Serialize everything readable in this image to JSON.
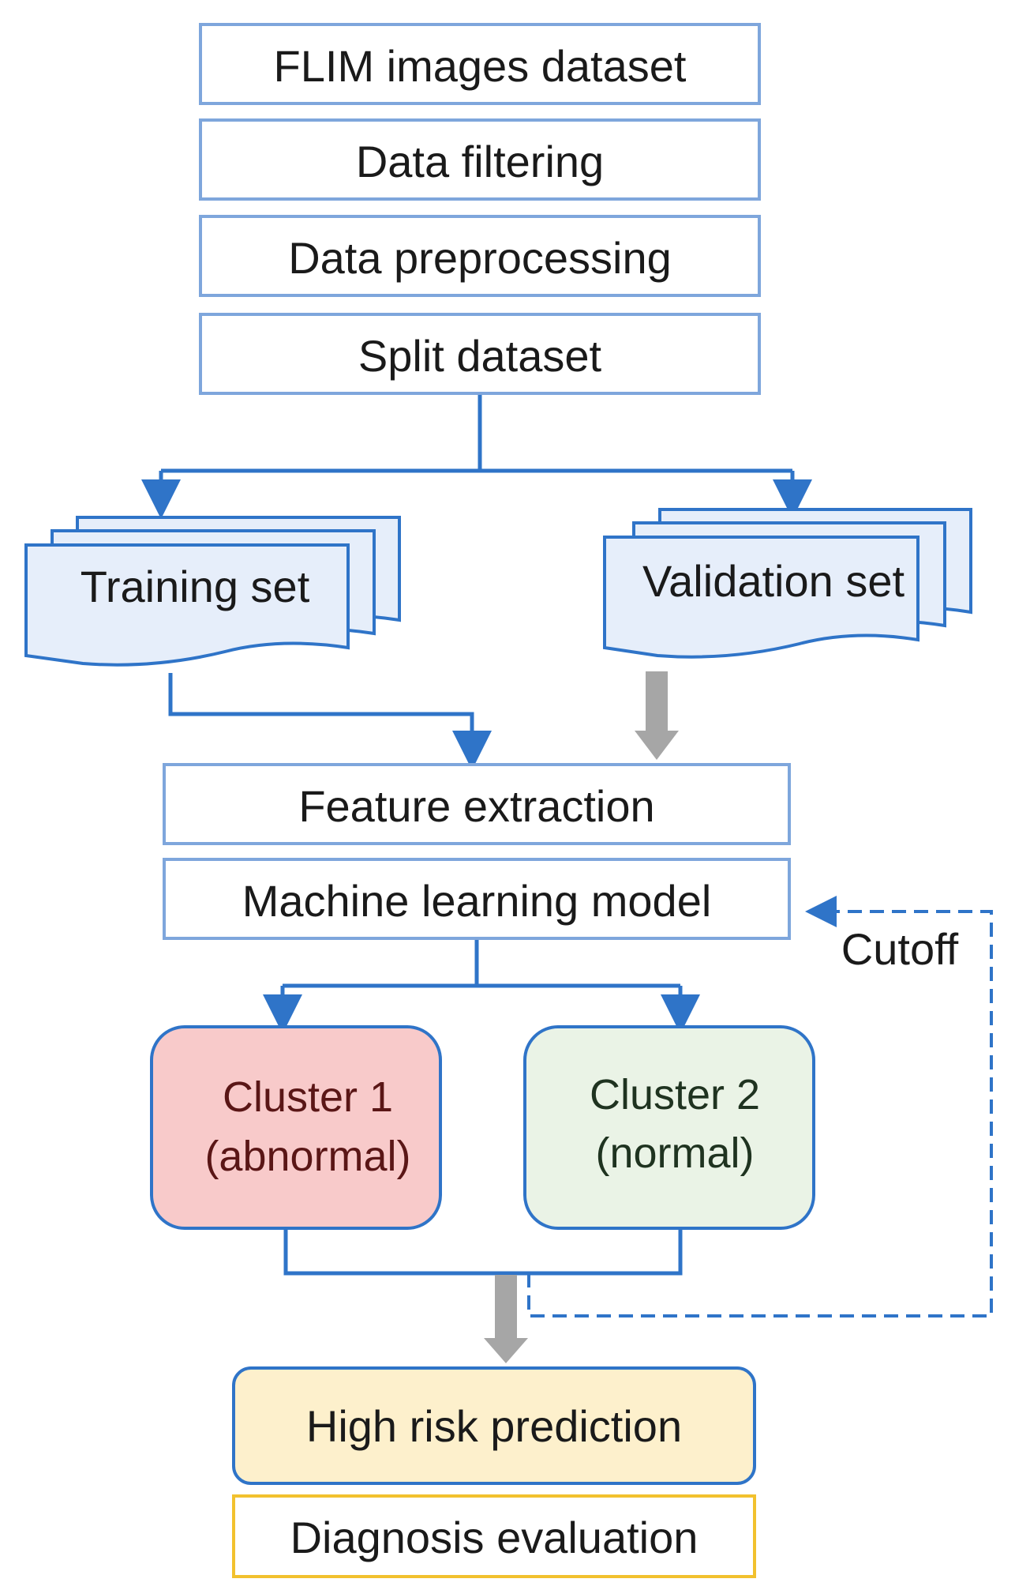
{
  "diagram": {
    "steps": {
      "dataset": "FLIM images dataset",
      "filtering": "Data filtering",
      "preprocessing": "Data preprocessing",
      "split": "Split dataset",
      "feature_extraction": "Feature extraction",
      "ml_model": "Machine learning model",
      "high_risk": "High risk prediction",
      "diagnosis": "Diagnosis evaluation"
    },
    "sets": {
      "training": "Training set",
      "validation": "Validation set"
    },
    "clusters": {
      "cluster1_line1": "Cluster 1",
      "cluster1_line2": "(abnormal)",
      "cluster2_line1": "Cluster 2",
      "cluster2_line2": "(normal)"
    },
    "feedback_label": "Cutoff",
    "colors": {
      "box_border": "#7ea6dc",
      "flow_line": "#2f74c8",
      "document_fill": "#e6eefa",
      "cluster1_fill": "#f8caca",
      "cluster2_fill": "#eaf3e6",
      "high_risk_fill": "#fdf0cc",
      "diagnosis_border": "#f2c12e",
      "gray_arrow": "#a6a6a6"
    }
  }
}
